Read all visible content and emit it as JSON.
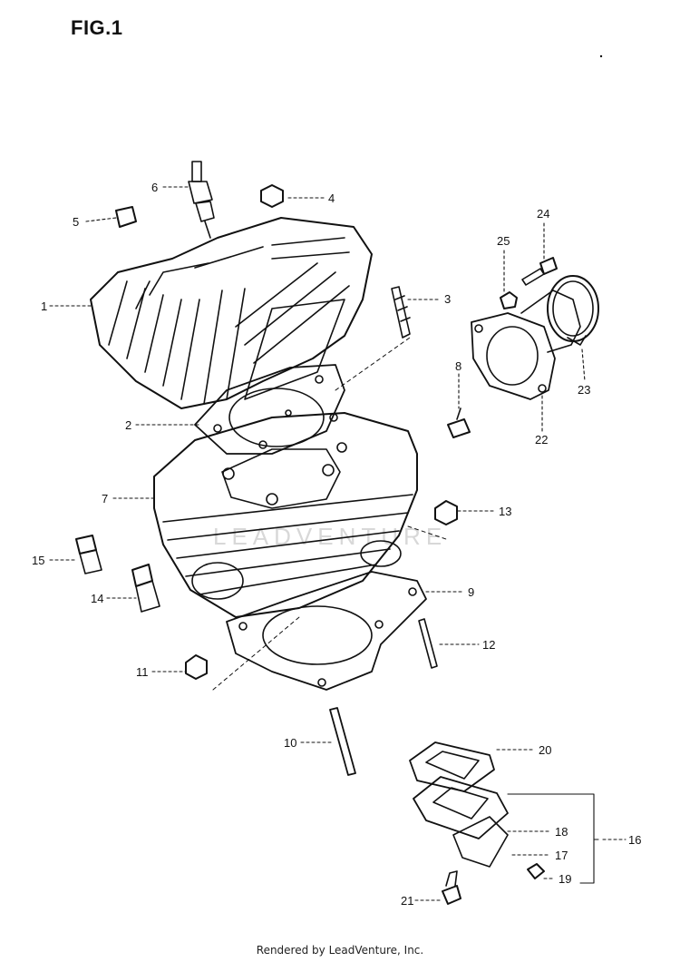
{
  "figure": {
    "title": "FIG.1"
  },
  "watermark": "LEADVENTURE",
  "callouts": [
    {
      "id": "1",
      "text": "1"
    },
    {
      "id": "2",
      "text": "2"
    },
    {
      "id": "3",
      "text": "3"
    },
    {
      "id": "4",
      "text": "4"
    },
    {
      "id": "5",
      "text": "5"
    },
    {
      "id": "6",
      "text": "6"
    },
    {
      "id": "7",
      "text": "7"
    },
    {
      "id": "8",
      "text": "8"
    },
    {
      "id": "9",
      "text": "9"
    },
    {
      "id": "10",
      "text": "10"
    },
    {
      "id": "11",
      "text": "11"
    },
    {
      "id": "12",
      "text": "12"
    },
    {
      "id": "13",
      "text": "13"
    },
    {
      "id": "14",
      "text": "14"
    },
    {
      "id": "15",
      "text": "15"
    },
    {
      "id": "16",
      "text": "16"
    },
    {
      "id": "17",
      "text": "17"
    },
    {
      "id": "18",
      "text": "18"
    },
    {
      "id": "19",
      "text": "19"
    },
    {
      "id": "20",
      "text": "20"
    },
    {
      "id": "21",
      "text": "21"
    },
    {
      "id": "22",
      "text": "22"
    },
    {
      "id": "23",
      "text": "23"
    },
    {
      "id": "24",
      "text": "24"
    },
    {
      "id": "25",
      "text": "25"
    }
  ],
  "footer": {
    "text": "Rendered by LeadVenture, Inc."
  }
}
